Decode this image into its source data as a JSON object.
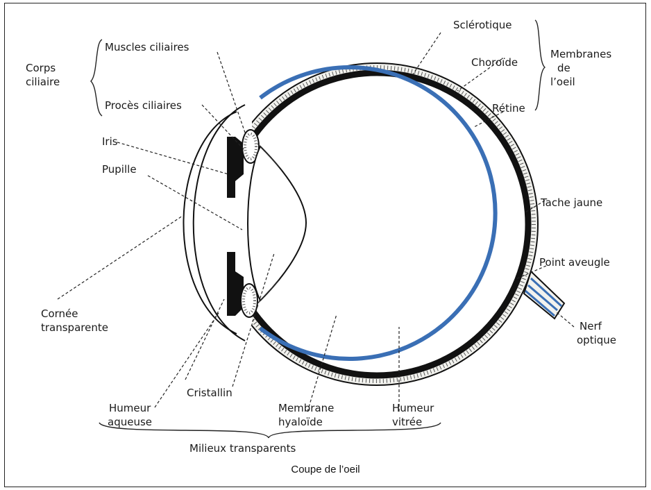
{
  "caption": "Coupe de l’oeil",
  "labels": {
    "corps_ciliaire_1": "Corps",
    "corps_ciliaire_2": "ciliaire",
    "muscles_ciliaires": "Muscles ciliaires",
    "proces_ciliaires": "Procès ciliaires",
    "iris": "Iris",
    "pupille": "Pupille",
    "cornee_1": "Cornée",
    "cornee_2": "transparente",
    "cristallin": "Cristallin",
    "humeur_aqueuse_1": "Humeur",
    "humeur_aqueuse_2": "aqueuse",
    "membrane_hyaloide_1": "Membrane",
    "membrane_hyaloide_2": "hyaloïde",
    "humeur_vitree_1": "Humeur",
    "humeur_vitree_2": "vitrée",
    "milieux_transparents": "Milieux transparents",
    "sclerotique": "Sclérotique",
    "choroide": "Choroïde",
    "retine": "Rétine",
    "membranes_1": "Membranes",
    "membranes_2": "de",
    "membranes_3": "l’oeil",
    "tache_jaune": "Tache jaune",
    "point_aveugle": "Point aveugle",
    "nerf_optique_1": "Nerf",
    "nerf_optique_2": "optique"
  },
  "colors": {
    "retina": "#3a6fb5",
    "choroid": "#111111",
    "sclera": "#eeeeea",
    "paper": "#ffffff"
  }
}
